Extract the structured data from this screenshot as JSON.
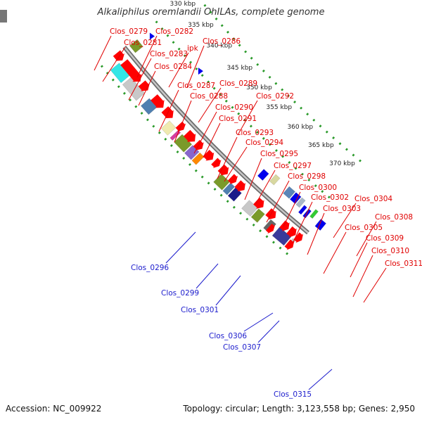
{
  "title": "Alkaliphilus oremlandii OhILAs, complete genome",
  "footer": {
    "accession": "Accession: NC_009922",
    "summary": "Topology: circular; Length: 3,123,558 bp; Genes: 2,950"
  },
  "colors": {
    "backbone": "#8c8c8c",
    "forward_cds": "#ff0000",
    "forward_label": "#e00000",
    "reverse_label": "#1a1acc",
    "reverse_cds": "#0000ee",
    "tick_dots": "#2a9a2a",
    "tick_label": "#222222"
  },
  "ticks": [
    "330 kbp",
    "335 kbp",
    "340 kbp",
    "345 kbp",
    "350 kbp",
    "355 kbp",
    "360 kbp",
    "365 kbp",
    "370 kbp"
  ],
  "forward_genes": [
    "Clos_0279",
    "Clos_0282",
    "Clos_0281",
    "Clos_0286",
    "ipk",
    "Clos_0283",
    "Clos_0284",
    "Clos_0287",
    "Clos_0289",
    "Clos_0288",
    "Clos_0292",
    "Clos_0290",
    "Clos_0291",
    "Clos_0293",
    "Clos_0294",
    "Clos_0295",
    "Clos_0297",
    "Clos_0298",
    "Clos_0300",
    "Clos_0302",
    "Clos_0304",
    "Clos_0303",
    "Clos_0308",
    "Clos_0305",
    "Clos_0309",
    "Clos_0310",
    "Clos_0311"
  ],
  "reverse_genes": [
    "Clos_0296",
    "Clos_0299",
    "Clos_0301",
    "Clos_0306",
    "Clos_0307",
    "Clos_0315"
  ]
}
